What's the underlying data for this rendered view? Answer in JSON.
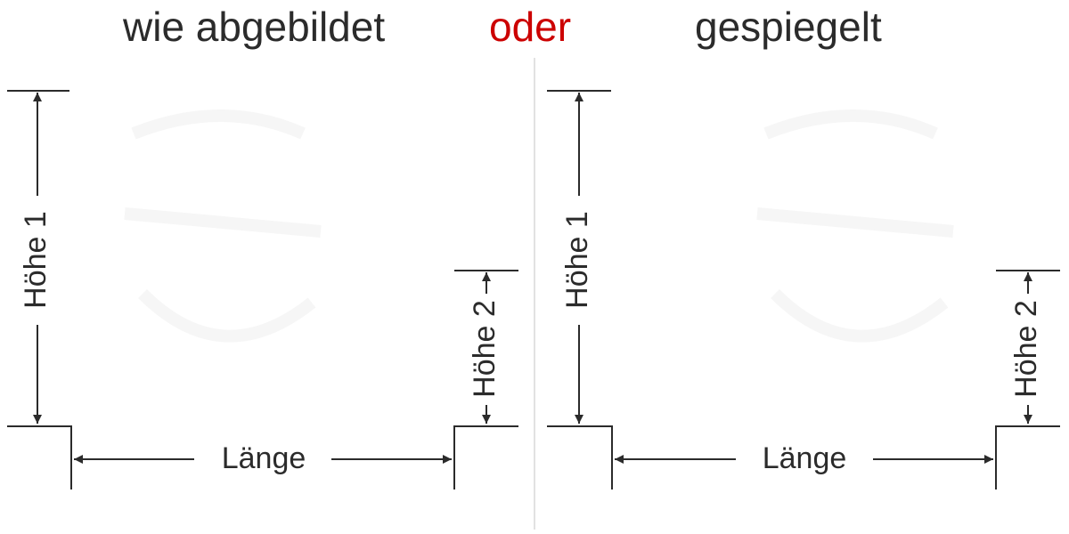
{
  "header": {
    "left": "wie abgebildet",
    "middle": "oder",
    "right": "gespiegelt",
    "accent_color": "#cc0000"
  },
  "panels": [
    {
      "height1_label": "Höhe 1",
      "height2_label": "Höhe 2",
      "length_label": "Länge"
    },
    {
      "height1_label": "Höhe 1",
      "height2_label": "Höhe 2",
      "length_label": "Länge"
    }
  ],
  "colors": {
    "line": "#2b2b2b",
    "divider": "#e2e2e2",
    "watermark": "#f6f6f6"
  }
}
